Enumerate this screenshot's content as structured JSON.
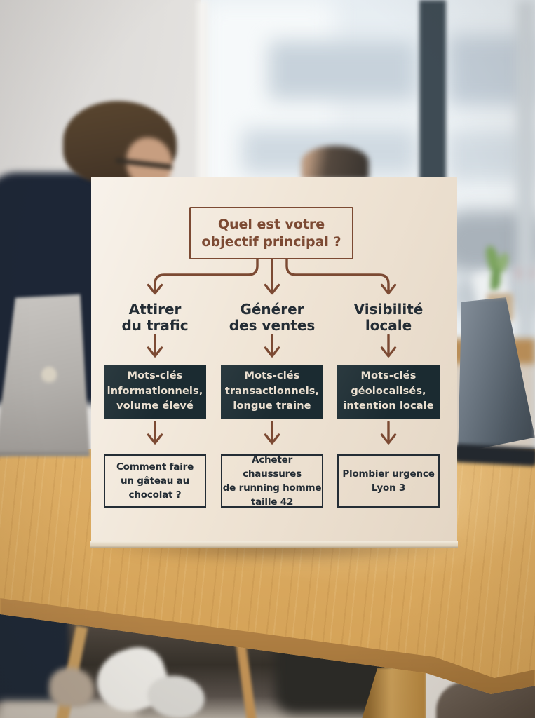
{
  "flowchart": {
    "title_lines": [
      "Quel est votre",
      "objectif principal ?"
    ],
    "branches": [
      {
        "goal_lines": [
          "Attirer",
          "du trafic"
        ],
        "keyword_lines": [
          "Mots-clés",
          "informationnels,",
          "volume élevé"
        ],
        "example_lines": [
          "Comment faire",
          "un gâteau au",
          "chocolat ?"
        ]
      },
      {
        "goal_lines": [
          "Générer",
          "des ventes"
        ],
        "keyword_lines": [
          "Mots-clés",
          "transactionnels,",
          "longue traine"
        ],
        "example_lines": [
          "Acheter chaussures",
          "de running homme",
          "taille 42"
        ]
      },
      {
        "goal_lines": [
          "Visibilité",
          "locale"
        ],
        "keyword_lines": [
          "Mots-clés",
          "géolocalisés,",
          "intention locale"
        ],
        "example_lines": [
          "Plombier urgence",
          "Lyon 3",
          ""
        ]
      }
    ],
    "colors": {
      "board_background": "#f0e5d6",
      "arrow_brown": "#7c4a33",
      "keyword_box_background": "#1b2b31",
      "keyword_box_text": "#eadfd0",
      "text_dark": "#242d35"
    }
  },
  "scene": {
    "icons": {
      "apple_logo": "css-radial-glow"
    }
  }
}
